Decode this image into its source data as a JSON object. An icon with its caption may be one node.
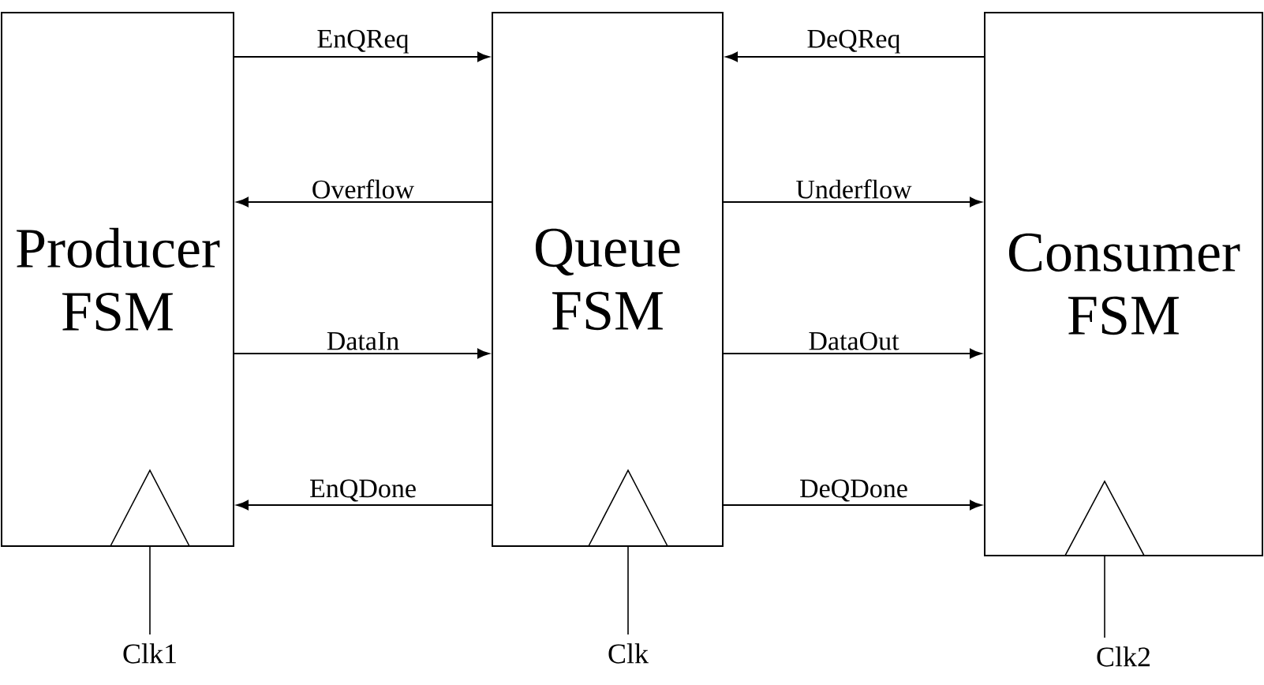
{
  "diagram": {
    "nodes": [
      {
        "text": [
          "Producer FSM"
        ]
      },
      {
        "text": [
          "Queue FSM"
        ]
      },
      {
        "text": [
          "Consumer FSM"
        ]
      },
      {
        "text": [
          "Clk1"
        ]
      },
      {
        "text": [
          "Clk"
        ]
      },
      {
        "text": [
          "Clk2"
        ]
      }
    ],
    "edges": [
      {
        "from": 0,
        "to": 1,
        "arrow": "to",
        "label": "EnQReq"
      },
      {
        "from": 1,
        "to": 0,
        "arrow": "to",
        "label": "Overflow"
      },
      {
        "from": 0,
        "to": 1,
        "arrow": "to",
        "label": "DataIn"
      },
      {
        "from": 1,
        "to": 0,
        "arrow": "to",
        "label": "EnQDone"
      },
      {
        "from": 2,
        "to": 1,
        "arrow": "to",
        "label": "DeQReq"
      },
      {
        "from": 1,
        "to": 2,
        "arrow": "to",
        "label": "Underflow"
      },
      {
        "from": 1,
        "to": 2,
        "arrow": "to",
        "label": "DataOut"
      },
      {
        "from": 1,
        "to": 2,
        "arrow": "to",
        "label": "DeQDone"
      },
      {
        "from": 3,
        "to": 0,
        "arrow": "none"
      },
      {
        "from": 4,
        "to": 1,
        "arrow": "none"
      },
      {
        "from": 5,
        "to": 2,
        "arrow": "none"
      }
    ]
  }
}
